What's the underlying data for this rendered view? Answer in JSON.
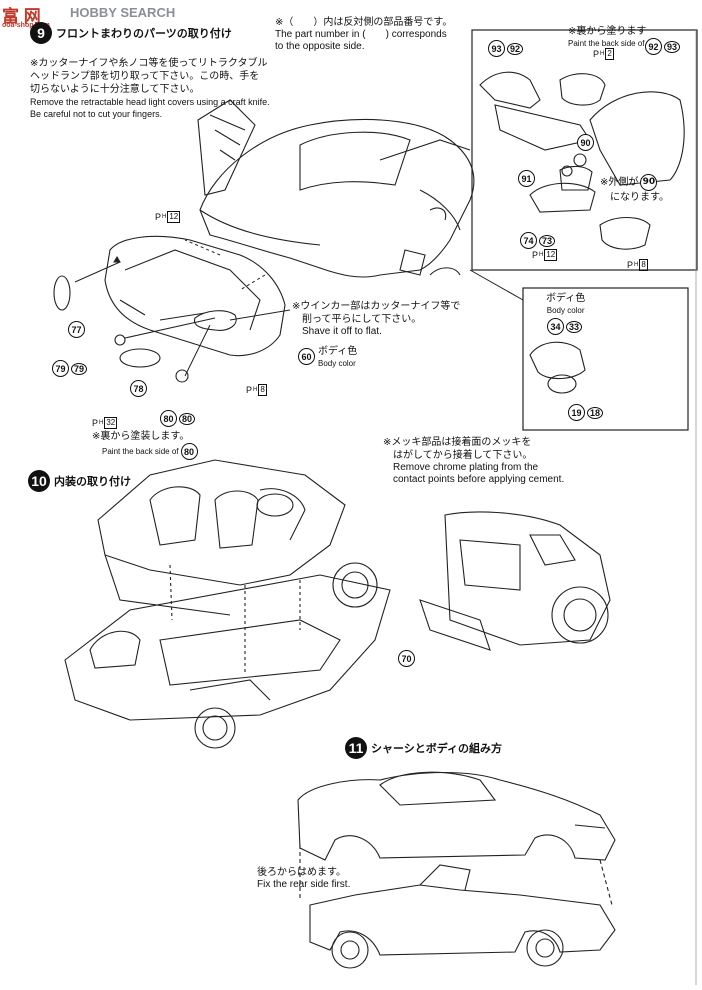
{
  "watermark": {
    "logo_text": "富 网",
    "search_text": "HOBBY SEARCH",
    "site_text": "ooa-shop.com"
  },
  "step9": {
    "number": "9",
    "title": "フロントまわりのパーツの取り付け",
    "note_jp_1": "※カッターナイフや糸ノコ等を使ってリトラクタブル",
    "note_jp_2": "ヘッドランプ部を切り取って下さい。この時、手を",
    "note_jp_3": "切らないように十分注意して下さい。",
    "note_en_1": "Remove the retractable head light covers using a craft knife.",
    "note_en_2": "Be careful not to cut your fingers.",
    "parens_jp": "※（　　）内は反対側の部品番号です。",
    "parens_en_1": "The part number in (　　) corresponds",
    "parens_en_2": "to the opposite side.",
    "paint_back_jp": "※裏から塗ります",
    "paint_back_en": "Paint the back side of",
    "outside_jp_1": "※外側が",
    "outside_jp_2": "になります。",
    "winker_jp_1": "※ウインカー部はカッターナイフ等で",
    "winker_jp_2": "削って平らにして下さい。",
    "winker_en": "Shave it off to flat.",
    "body_color_jp": "ボディ色",
    "body_color_en": "Body color",
    "body_color2_jp": "ボディ色",
    "body_color2_en": "Body color",
    "paint_back2_jp": "※裏から塗装します。",
    "paint_back2_en": "Paint the back side of",
    "chrome_jp_1": "※メッキ部品は接着面のメッキを",
    "chrome_jp_2": "はがしてから接着して下さい。",
    "chrome_en_1": "Remove chrome plating from the",
    "chrome_en_2": "contact points before applying cement.",
    "parts": {
      "p93": "93",
      "p92": "92",
      "p92b": "92",
      "p93b": "93",
      "p90": "90",
      "p90b": "90",
      "p91": "91",
      "p74": "74",
      "p73": "73",
      "p77": "77",
      "p79": "79",
      "p79b": "79",
      "p78": "78",
      "p80": "80",
      "p80b": "80",
      "p80c": "80",
      "p60": "60",
      "p34": "34",
      "p33": "33",
      "p19": "19",
      "p18": "18",
      "p70": "70"
    },
    "ph": {
      "ph2": "2",
      "ph12a": "12",
      "ph12b": "12",
      "ph8a": "8",
      "ph8b": "8",
      "ph32": "32"
    }
  },
  "step10": {
    "number": "10",
    "title": "内装の取り付け"
  },
  "step11": {
    "number": "11",
    "title": "シャーシとボディの組み方",
    "rear_jp": "後ろからはめます。",
    "rear_en": "Fix the rear side first."
  }
}
